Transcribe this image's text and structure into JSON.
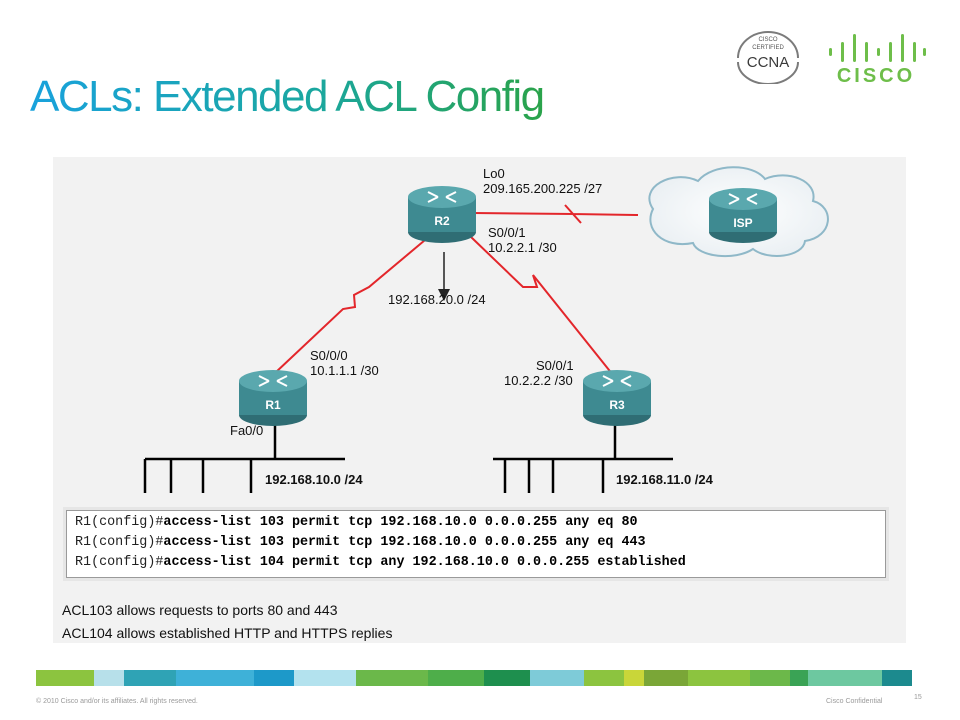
{
  "title": "ACLs: Extended ACL Config",
  "logos": {
    "ccna_badge_top": "CISCO",
    "ccna_badge_mid": "CERTIFIED",
    "ccna_badge_main": "CCNA",
    "cisco_wordmark": "CISCO"
  },
  "diagram": {
    "routers": {
      "r1": "R1",
      "r2": "R2",
      "r3": "R3",
      "isp": "ISP"
    },
    "labels": {
      "lo0": "Lo0",
      "lo0_addr": "209.165.200.225 /27",
      "r2_s001": "S0/0/1",
      "r2_s001_addr": "10.2.2.1 /30",
      "r2_lan": "192.168.20.0 /24",
      "r1_s000": "S0/0/0",
      "r1_s000_addr": "10.1.1.1 /30",
      "r1_fa00": "Fa0/0",
      "r1_lan": "192.168.10.0 /24",
      "r3_s001": "S0/0/1",
      "r3_s001_addr": "10.2.2.2 /30",
      "r3_lan": "192.168.11.0 /24"
    }
  },
  "commands": [
    {
      "prompt": "R1(config)#",
      "command": "access-list 103 permit tcp 192.168.10.0 0.0.0.255 any eq 80"
    },
    {
      "prompt": "R1(config)#",
      "command": "access-list 103 permit tcp 192.168.10.0 0.0.0.255 any eq 443"
    },
    {
      "prompt": "R1(config)#",
      "command": "access-list 104 permit tcp any 192.168.10.0 0.0.0.255 established"
    }
  ],
  "notes": [
    "ACL103 allows requests to ports 80 and 443",
    "ACL104 allows established HTTP and HTTPS replies"
  ],
  "footer": {
    "copyright": "© 2010 Cisco and/or its affiliates. All rights reserved.",
    "confidential": "Cisco Confidential",
    "page": "15"
  },
  "colors": {
    "link": "#e3262b",
    "router": "#3e7f86",
    "title_start": "#19a2dc",
    "title_end": "#2aa34a"
  }
}
